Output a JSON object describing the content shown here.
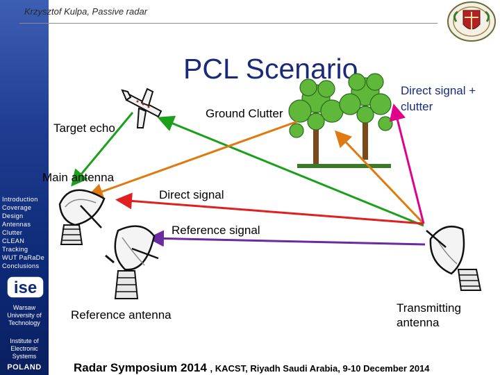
{
  "header": {
    "author": "Krzysztof  Kulpa, Passive radar"
  },
  "title": "PCL Scenario",
  "labels": {
    "target_echo": "Target echo",
    "ground_clutter": "Ground Clutter",
    "direct_clutter": [
      "Direct signal +",
      "clutter"
    ],
    "main_antenna": "Main antenna",
    "direct_signal": "Direct signal",
    "reference_signal": "Reference signal",
    "reference_antenna": "Reference antenna",
    "transmitting_antenna": [
      "Transmitting",
      "antenna"
    ]
  },
  "sidebar": {
    "nav_items": [
      "Introduction",
      "Coverage",
      "Design",
      "Antennas",
      "Clutter",
      "CLEAN",
      "Tracking",
      "WUT PaRaDe",
      "Conclusions"
    ],
    "logo": "ise",
    "university": [
      "Warsaw",
      "University of",
      "Technology"
    ],
    "institute": [
      "Institute of",
      "Electronic",
      "Systems"
    ],
    "country": "POLAND"
  },
  "footer": {
    "event": "Radar Symposium 2014 ",
    "details": ", KACST, Riyadh  Saudi Arabia,  9-10 December 2014"
  },
  "colors": {
    "target_path": "#1aa01a",
    "clutter_path": "#e07a10",
    "direct_clutter_path": "#e0008c",
    "direct_signal": "#e02020",
    "reference_signal": "#6a2aa0",
    "title": "#1a2a7a",
    "sidebar": "#1f3c8f"
  }
}
